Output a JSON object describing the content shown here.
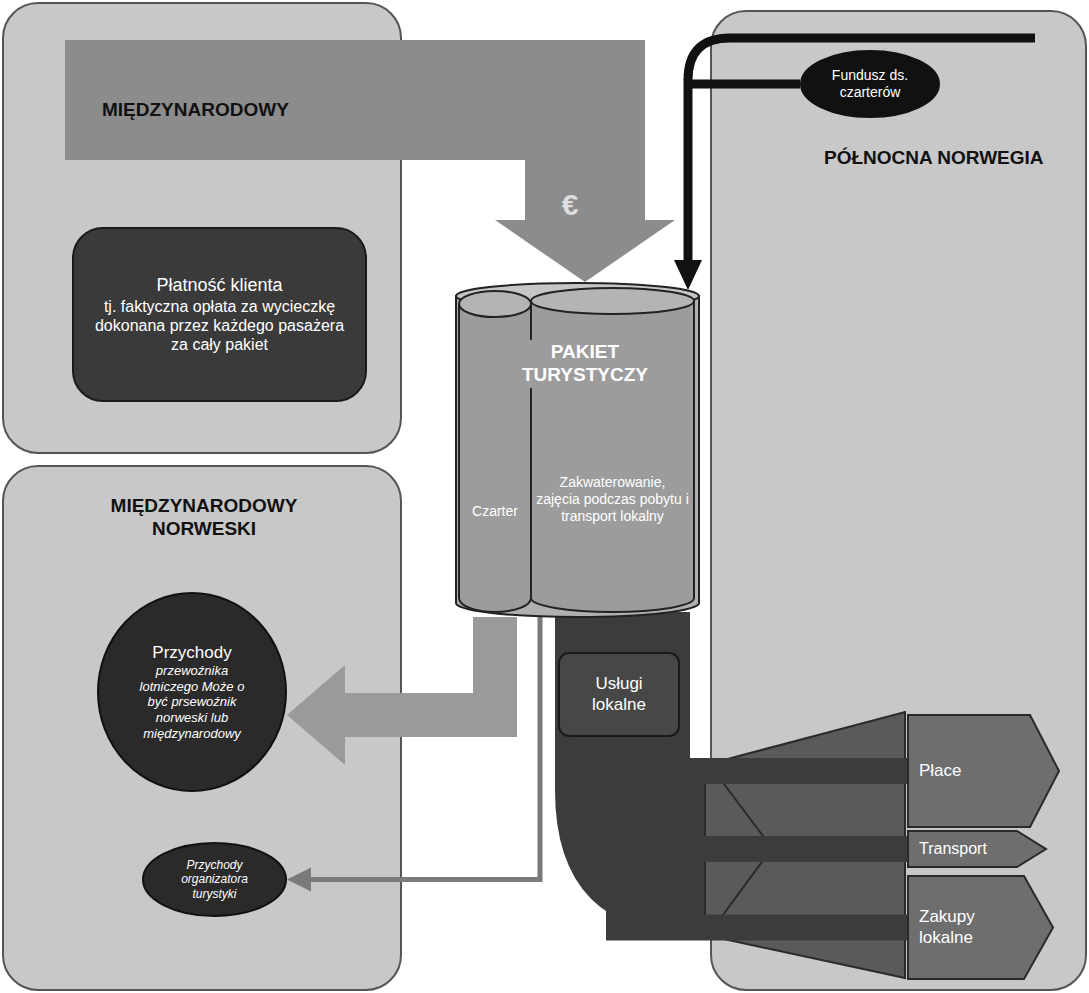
{
  "diagram": {
    "nodes": [
      {
        "text": [
          "MIĘDZYNARODOWY"
        ]
      },
      {
        "text": [
          "Płatność klienta",
          "tj. faktyczna opłata za wycieczkę dokonana przez każdego pasażera za cały pakiet"
        ],
        "in": 0
      },
      {
        "text": [
          "MIĘDZYNARODOWY NORWESKI"
        ]
      },
      {
        "text": [
          "Przychody",
          "przewoźnika lotniczego Może o być prsewoźnik norweski lub międzynarodowy"
        ],
        "in": 2
      },
      {
        "text": [
          "Przychody organizatora turystyki"
        ],
        "in": 2
      },
      {
        "text": [
          "PÓŁNOCNA NORWEGIA"
        ]
      },
      {
        "text": [
          "Fundusz ds. czarterów"
        ],
        "in": 5
      },
      {
        "text": [
          "PAKIET TURYSTYCZY"
        ]
      },
      {
        "text": [
          "Czarter"
        ],
        "in": 7
      },
      {
        "text": [
          "Zakwaterowanie, zajęcia podczas pobytu i transport lokalny"
        ],
        "in": 7
      },
      {
        "text": [
          "Usługi lokalne"
        ]
      },
      {
        "text": [
          "Płace"
        ],
        "in": 5
      },
      {
        "text": [
          "Transport"
        ],
        "in": 5
      },
      {
        "text": [
          "Zakupy lokalne"
        ],
        "in": 5
      }
    ],
    "edges": [
      {
        "from": 0,
        "to": 7,
        "arrow": "to"
      },
      {
        "from": 6,
        "to": 7,
        "arrow": "to"
      },
      {
        "from": 7,
        "to": 3,
        "arrow": "to"
      },
      {
        "from": 7,
        "to": 4,
        "arrow": "to"
      },
      {
        "from": 7,
        "to": 10,
        "arrow": "none"
      },
      {
        "from": 10,
        "to": 11,
        "arrow": "none"
      },
      {
        "from": 10,
        "to": 12,
        "arrow": "none"
      },
      {
        "from": 10,
        "to": 13,
        "arrow": "none"
      }
    ],
    "labels": [
      "€"
    ]
  }
}
